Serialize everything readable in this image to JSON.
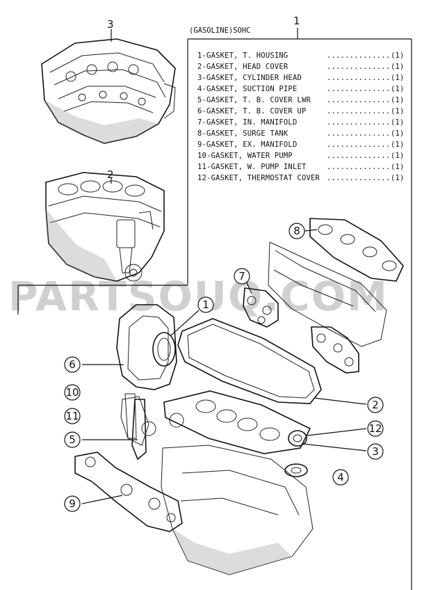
{
  "assembly": {
    "number": "1",
    "header": "(GASOLINE)SOHC"
  },
  "parts": [
    {
      "name": "1-GASKET, T. HOUSING",
      "dots": "....................",
      "qty": "(1)"
    },
    {
      "name": "2-GASKET, HEAD COVER",
      "dots": ".....................",
      "qty": "(1)"
    },
    {
      "name": "3-GASKET, CYLINDER HEAD",
      "dots": "...................",
      "qty": "(1)"
    },
    {
      "name": "4-GASKET, SUCTION PIPE",
      "dots": "...................",
      "qty": "(1)"
    },
    {
      "name": "5-GASKET, T. B. COVER LWR",
      "dots": ".................",
      "qty": "(1)"
    },
    {
      "name": "6-GASKET, T. B. COVER UP",
      "dots": "..................",
      "qty": "(1)"
    },
    {
      "name": "7-GASKET, IN. MANIFOLD",
      "dots": "...................",
      "qty": "(1)"
    },
    {
      "name": "8-GASKET, SURGE TANK",
      "dots": "......................",
      "qty": "(1)"
    },
    {
      "name": "9-GASKET, EX. MANIFOLD",
      "dots": "...................",
      "qty": "(1)"
    },
    {
      "name": "10-GASKET, WATER PUMP",
      "dots": "...................",
      "qty": "(1)"
    },
    {
      "name": "11-GASKET, W. PUMP INLET",
      "dots": ".................",
      "qty": "(1)"
    },
    {
      "name": "12-GASKET, THERMOSTAT COVER",
      "dots": "...............",
      "qty": "(1)"
    }
  ],
  "callouts": {
    "c1": "1",
    "c2": "2",
    "c3": "3",
    "c4": "4",
    "c5": "5",
    "c6": "6",
    "c7": "7",
    "c8": "8",
    "c9": "9",
    "c10": "10",
    "c11": "11",
    "c12": "12",
    "top_engine": "3",
    "mid_block": "2"
  },
  "watermark": "PARTSOUQ.COM"
}
